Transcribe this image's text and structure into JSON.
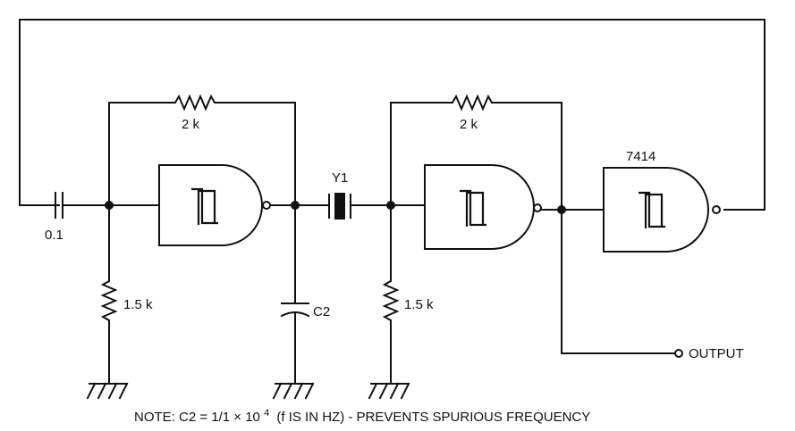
{
  "labels": {
    "cap_input": "0.1",
    "res_feedback_1": "2 k",
    "res_feedback_2": "2 k",
    "res_ground_1": "1.5 k",
    "res_ground_2": "1.5 k",
    "cap_c2": "C2",
    "crystal": "Y1",
    "ic": "7414",
    "output": "OUTPUT"
  },
  "note": {
    "main": "NOTE: C2 = 1/1 × 10",
    "exponent": "4",
    "rest": "(f IS IN HZ) - PREVENTS SPURIOUS FREQUENCY"
  }
}
